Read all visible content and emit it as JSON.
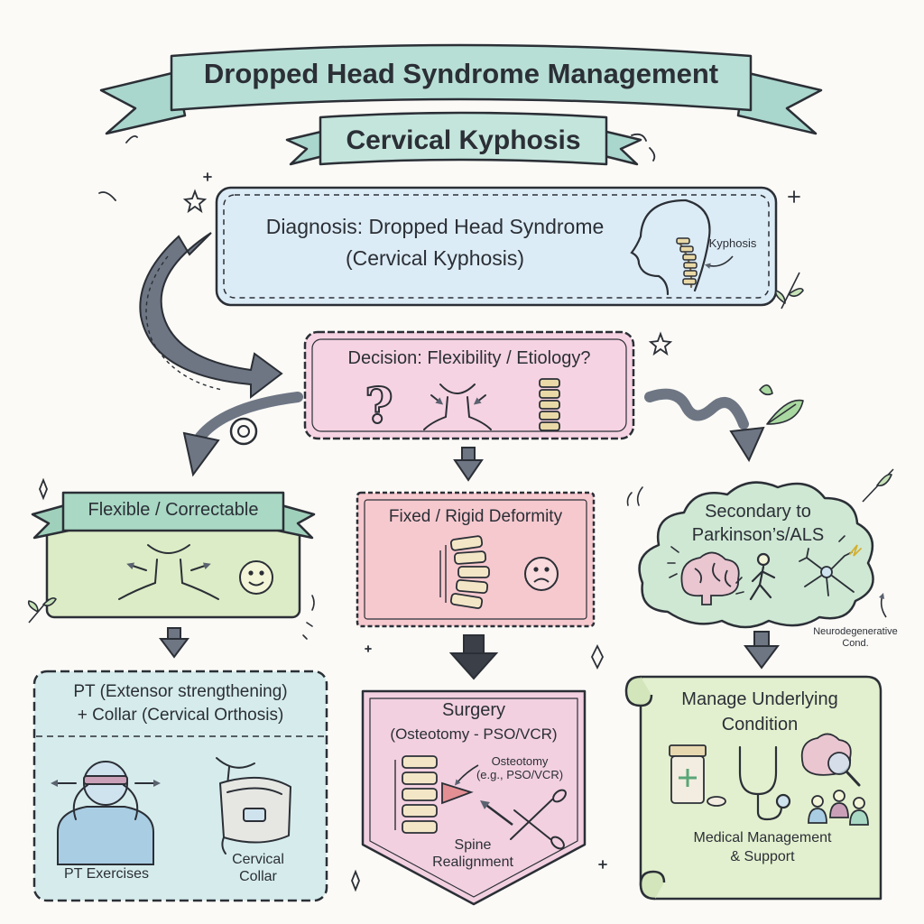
{
  "banner": {
    "title": "Dropped Head Syndrome Management",
    "subtitle": "Cervical Kyphosis"
  },
  "nodes": {
    "diagnosis": {
      "line1": "Diagnosis: Dropped Head Syndrome",
      "line2": "(Cervical Kyphosis)",
      "callout": "Kyphosis"
    },
    "decision": {
      "label": "Decision: Flexibility / Etiology?"
    },
    "flexible": {
      "label": "Flexible / Correctable"
    },
    "fixed": {
      "label": "Fixed / Rigid Deformity"
    },
    "secondary": {
      "line1": "Secondary to",
      "line2": "Parkinson’s/ALS",
      "callout_line1": "Neurodegenerative",
      "callout_line2": "Cond."
    },
    "pt": {
      "line1": "PT (Extensor strengthening)",
      "line2": "+ Collar (Cervical Orthosis)",
      "exercises_label": "PT Exercises",
      "collar_line1": "Cervical",
      "collar_line2": "Collar"
    },
    "surgery": {
      "title": "Surgery",
      "subtitle": "(Osteotomy - PSO/VCR)",
      "callout_line1": "Osteotomy",
      "callout_line2": "(e.g., PSO/VCR)",
      "realign_line1": "Spine",
      "realign_line2": "Realignment"
    },
    "manage": {
      "line1": "Manage Underlying",
      "line2": "Condition",
      "support_line1": "Medical Management",
      "support_line2": "& Support"
    }
  },
  "colors": {
    "banner": "#b8dfd6",
    "diagnosis": "#dcecf6",
    "decision": "#f6d3e2",
    "flexible": "#dcecc6",
    "fixed": "#f6c9cf",
    "secondary": "#cfe8d4",
    "pt": "#d6ecec",
    "surgery": "#f2d0e0",
    "manage": "#e3f0cf",
    "ink": "#2b2f36",
    "arrow": "#5a6270"
  },
  "icons": [
    "head-profile-icon",
    "question-mark-icon",
    "neck-icon",
    "spine-icon",
    "smile-icon",
    "sad-face-icon",
    "brain-icon",
    "walking-person-icon",
    "neuron-icon",
    "pt-exercise-icon",
    "cervical-collar-icon",
    "scissors-icon",
    "pill-bottle-icon",
    "stethoscope-icon",
    "brain-magnifier-icon",
    "people-support-icon",
    "leaf-icon",
    "sparkle-icon"
  ]
}
